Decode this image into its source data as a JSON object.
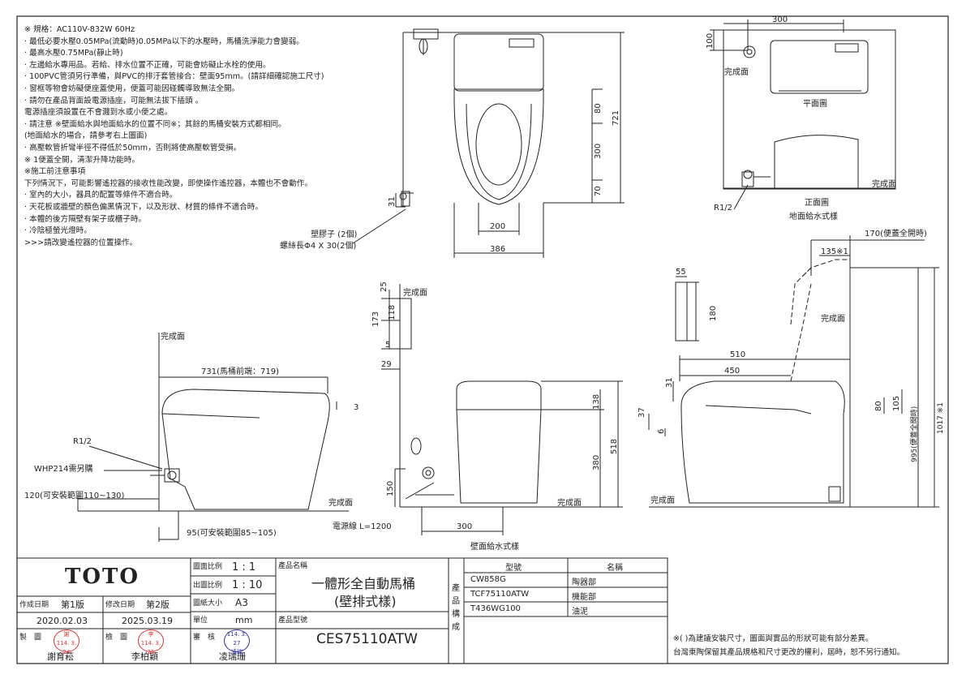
{
  "notes": [
    "※ 規格：AC110V-832W 60Hz",
    "· 最低必要水壓0.05MPa(流動時)0.05MPa以下的水壓時，馬桶洗淨能力會變弱。",
    "· 最高水壓0.75MPa(靜止時)",
    "· 左邊給水專用品。若給、排水位置不正確，可能會妨礙止水栓的使用。",
    "· 100PVC管須另行準備，與PVC的排汙套管接合：壁面95mm。(請詳細確認施工尺寸)",
    "· 窗框等物會妨礙便座蓋使用，便蓋可能因碰觸導致無法全開。",
    "· 請勿在產品背面設電源插座，可能無法拔下插頭 。",
    "  電源插座須設置在不會濺到水或小便之處。",
    "· 請注意 ※壁面給水與地面給水的位置不同※；其餘的馬桶安裝方式都相同。",
    "  (地面給水的場合，請參考右上圖面)",
    "· 高壓軟管折彎半徑不得低於50mm，否則將使高壓軟管受損。",
    "※ 1便蓋全開，清潔升降功能時。",
    "※施工前注意事項",
    "下列情況下，可能影響遙控器的接收性能改變，即使操作遙控器，本體也不會動作。",
    "· 室內的大小，器具的配置等條件不適合時。",
    "· 天花板或牆壁的顏色偏黑情況下，以及形狀、材質的條件不適合時。",
    "· 本體的後方隔壁有架子或櫃子時。",
    "· 冷陰極螢光燈時。",
    ">>>請改變遙控器的位置操作。"
  ],
  "labels": {
    "finish_surface": "完成面",
    "plan_view": "平面圖",
    "front_view": "正面圖",
    "floor_supply": "地面給水式樣",
    "wall_supply": "壁面給水式樣",
    "rubber_plug": "塑膠子 (2個)",
    "screw": "螺絲長Φ4 X 30(2個)",
    "r12": "R1/2",
    "whp": "WHP214需另購",
    "range120": "120(可安裝範圍110~130)",
    "range95": "95(可安裝範圍85~105)",
    "cord": "電源線 L=1200",
    "length731": "731(馬桶前端：719)",
    "lid_open170": "170(便蓋全開時)",
    "d135": "135※1",
    "h995": "995(便蓋全開時)",
    "h1017": "1017 ※1"
  },
  "dims": {
    "top_w300": "300",
    "top_h100": "100",
    "d80": "80",
    "d300": "300",
    "d70": "70",
    "d721": "721",
    "d31": "31",
    "d200": "200",
    "d386": "386",
    "d25": "25",
    "d173": "173",
    "d118": "118",
    "d5": "5",
    "d29": "29",
    "d138": "138",
    "d380": "380",
    "d518": "518",
    "d150": "150",
    "d300b": "300",
    "d3": "3",
    "d55": "55",
    "d180": "180",
    "d510": "510",
    "d450": "450",
    "d31b": "31",
    "d37": "37",
    "d6": "6",
    "d80b": "80",
    "d105": "105"
  },
  "titleblock": {
    "logo": "TOTO",
    "scale1_label": "圖面比例",
    "scale1": "1 : 1",
    "scale2_label": "出圖比例",
    "scale2": "1 : 10",
    "size_label": "圖紙大小",
    "size": "A3",
    "unit_label": "單位",
    "unit": "mm",
    "created_label": "作成日期",
    "created_ver": "第1版",
    "created_date": "2020.02.03",
    "revised_label": "修改日期",
    "revised_ver": "第2版",
    "revised_date": "2025.03.19",
    "drawn_label": "製　圖",
    "drawn_by": "謝育菘",
    "check_label": "檢　圖",
    "checked_by": "李柏穎",
    "approve_label": "審　核",
    "approved_by": "凌瑞珊",
    "name_label": "產品名稱",
    "product_name1": "一體形全自動馬桶",
    "product_name2": "(壁排式樣)",
    "model_label": "產品型號",
    "model": "CES75110ATW",
    "composition": "產品構成",
    "col_model": "型號",
    "col_name": "名稱",
    "parts": [
      {
        "model": "CW858G",
        "name": "陶器部"
      },
      {
        "model": "TCF75110ATW",
        "name": "機能部"
      },
      {
        "model": "T436WG100",
        "name": "油泥"
      }
    ],
    "footnote1": "※( )為建議安裝尺寸，圖面與實品的形狀可能有部分差異。",
    "footnote2": "台灣東陶保留其產品規格和尺寸更改的權利，屆時，恕不另行通知。"
  },
  "stamps": {
    "drawn": [
      "謝",
      "114. 3. 24"
    ],
    "check": [
      "李",
      "114. 3. 25"
    ],
    "approve": [
      "114. 3. 27",
      "凌瑞"
    ]
  }
}
